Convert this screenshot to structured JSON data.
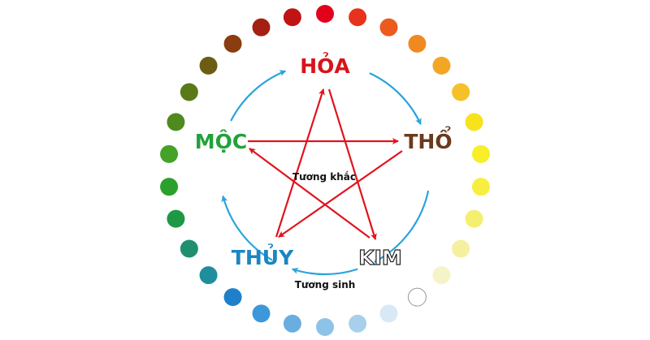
{
  "elements": {
    "hoa": {
      "label": "HỎA",
      "color": "#d7141a"
    },
    "tho": {
      "label": "THỔ",
      "color": "#6b3a1e"
    },
    "kim": {
      "label": "KIM",
      "color": "#222222"
    },
    "thuy": {
      "label": "THỦY",
      "color": "#1b86c2"
    },
    "moc": {
      "label": "MỘC",
      "color": "#22a23a"
    }
  },
  "captions": {
    "khac": "Tương khắc",
    "sinh": "Tương sinh"
  },
  "colors": {
    "khac": "#e0141e",
    "sinh": "#29a3dc"
  },
  "dot_colors": [
    "#e3001b",
    "#e8321c",
    "#ec5a1e",
    "#f08a20",
    "#f3a524",
    "#f4c12a",
    "#f7e21c",
    "#f8ee2a",
    "#f7ee40",
    "#f5ef70",
    "#f5f0a0",
    "#f5f3c8",
    "#ffffff",
    "#d8e8f5",
    "#a8d0ec",
    "#8ec3e8",
    "#6aaee0",
    "#3c98d8",
    "#1e80c8",
    "#1f8e9c",
    "#1e9070",
    "#1f9845",
    "#2ca02c",
    "#44a226",
    "#4e8a1e",
    "#5a7a1a",
    "#6b5e14",
    "#8a3d10",
    "#a42012",
    "#c01414"
  ]
}
